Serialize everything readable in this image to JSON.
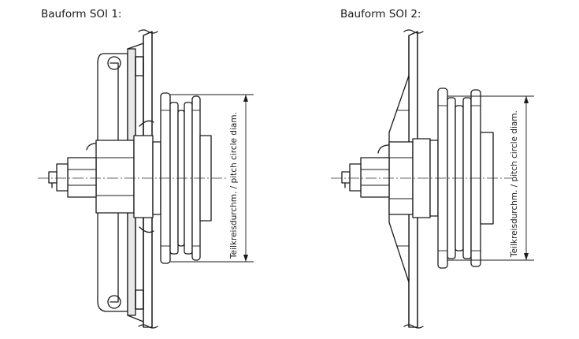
{
  "figures": [
    {
      "title": "Bauform SOI 1:",
      "dimension_label": "Teilkreisdurchm. / pitch circle diam."
    },
    {
      "title": "Bauform SOI 2:",
      "dimension_label": "Teilkreisdurchm. / pitch circle diam."
    }
  ],
  "icons": {
    "drawing_1": "tensioner-pulley-type-soi1-drawing",
    "drawing_2": "tensioner-pulley-type-soi2-drawing"
  }
}
